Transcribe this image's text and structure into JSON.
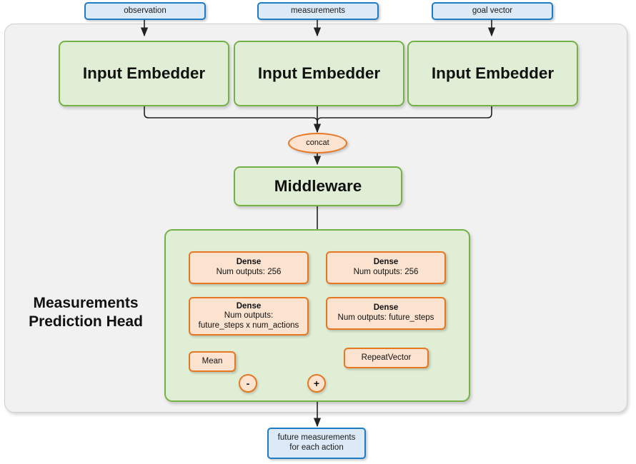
{
  "diagram": {
    "title": "Measurements Prediction Head network architecture",
    "colors": {
      "io_fill": "#dce9f7",
      "io_border": "#1d7cc4",
      "green_fill": "#e0eed5",
      "green_border": "#74b248",
      "orange_fill": "#fce3d0",
      "orange_border": "#e87722",
      "container_fill": "#f1f1f1",
      "container_border": "#cfcfcf",
      "arrow": "#222222"
    }
  },
  "inputs": [
    {
      "label": "observation"
    },
    {
      "label": "measurements"
    },
    {
      "label": "goal vector"
    }
  ],
  "embedders": [
    {
      "label": "Input Embedder"
    },
    {
      "label": "Input Embedder"
    },
    {
      "label": "Input Embedder"
    }
  ],
  "concat": {
    "label": "concat"
  },
  "middleware": {
    "label": "Middleware"
  },
  "head": {
    "label_line1": "Measurements",
    "label_line2": "Prediction Head",
    "left_branch": {
      "dense1": {
        "title": "Dense",
        "line1": "Num outputs: 256"
      },
      "dense2": {
        "title": "Dense",
        "line1": "Num outputs:",
        "line2": "future_steps x num_actions"
      },
      "mean": {
        "label": "Mean"
      }
    },
    "right_branch": {
      "dense1": {
        "title": "Dense",
        "line1": "Num outputs: 256"
      },
      "dense2": {
        "title": "Dense",
        "line1": "Num outputs: future_steps"
      },
      "repeat_vector": {
        "label": "RepeatVector"
      }
    },
    "ops": {
      "subtract": {
        "symbol": "-"
      },
      "add": {
        "symbol": "+"
      }
    }
  },
  "output": {
    "line1": "future measurements",
    "line2": "for each action"
  }
}
